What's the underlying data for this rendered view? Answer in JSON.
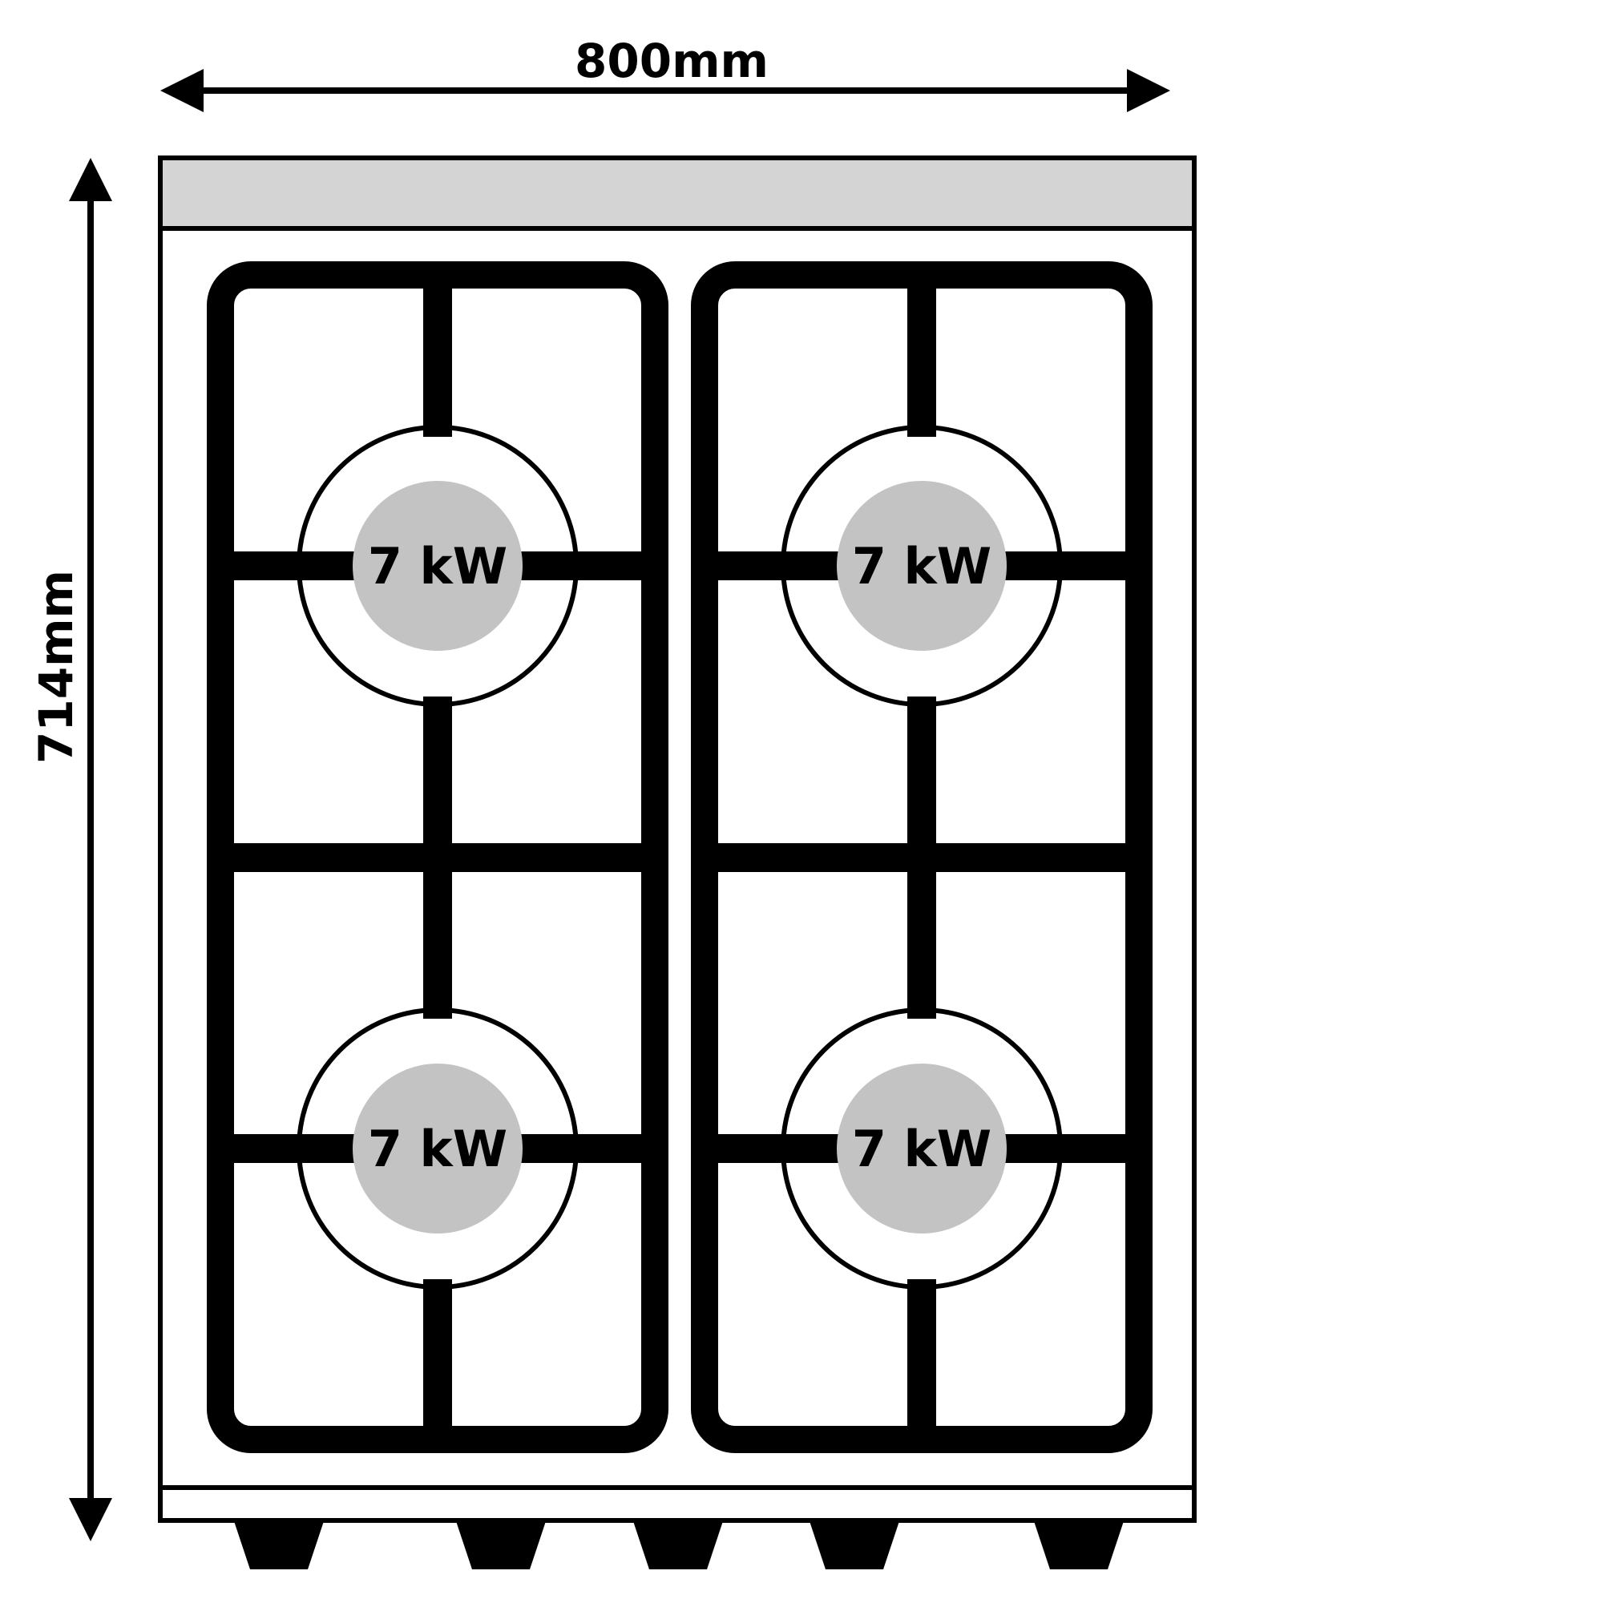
{
  "dimensions": {
    "width_label": "800mm",
    "height_label": "714mm"
  },
  "burners": [
    {
      "power_label": "7 kW"
    },
    {
      "power_label": "7 kW"
    },
    {
      "power_label": "7 kW"
    },
    {
      "power_label": "7 kW"
    }
  ],
  "colors": {
    "line": "#000000",
    "top_panel_gray": "#d4d4d4",
    "burner_center_gray": "#c3c3c3",
    "background": "#ffffff"
  }
}
